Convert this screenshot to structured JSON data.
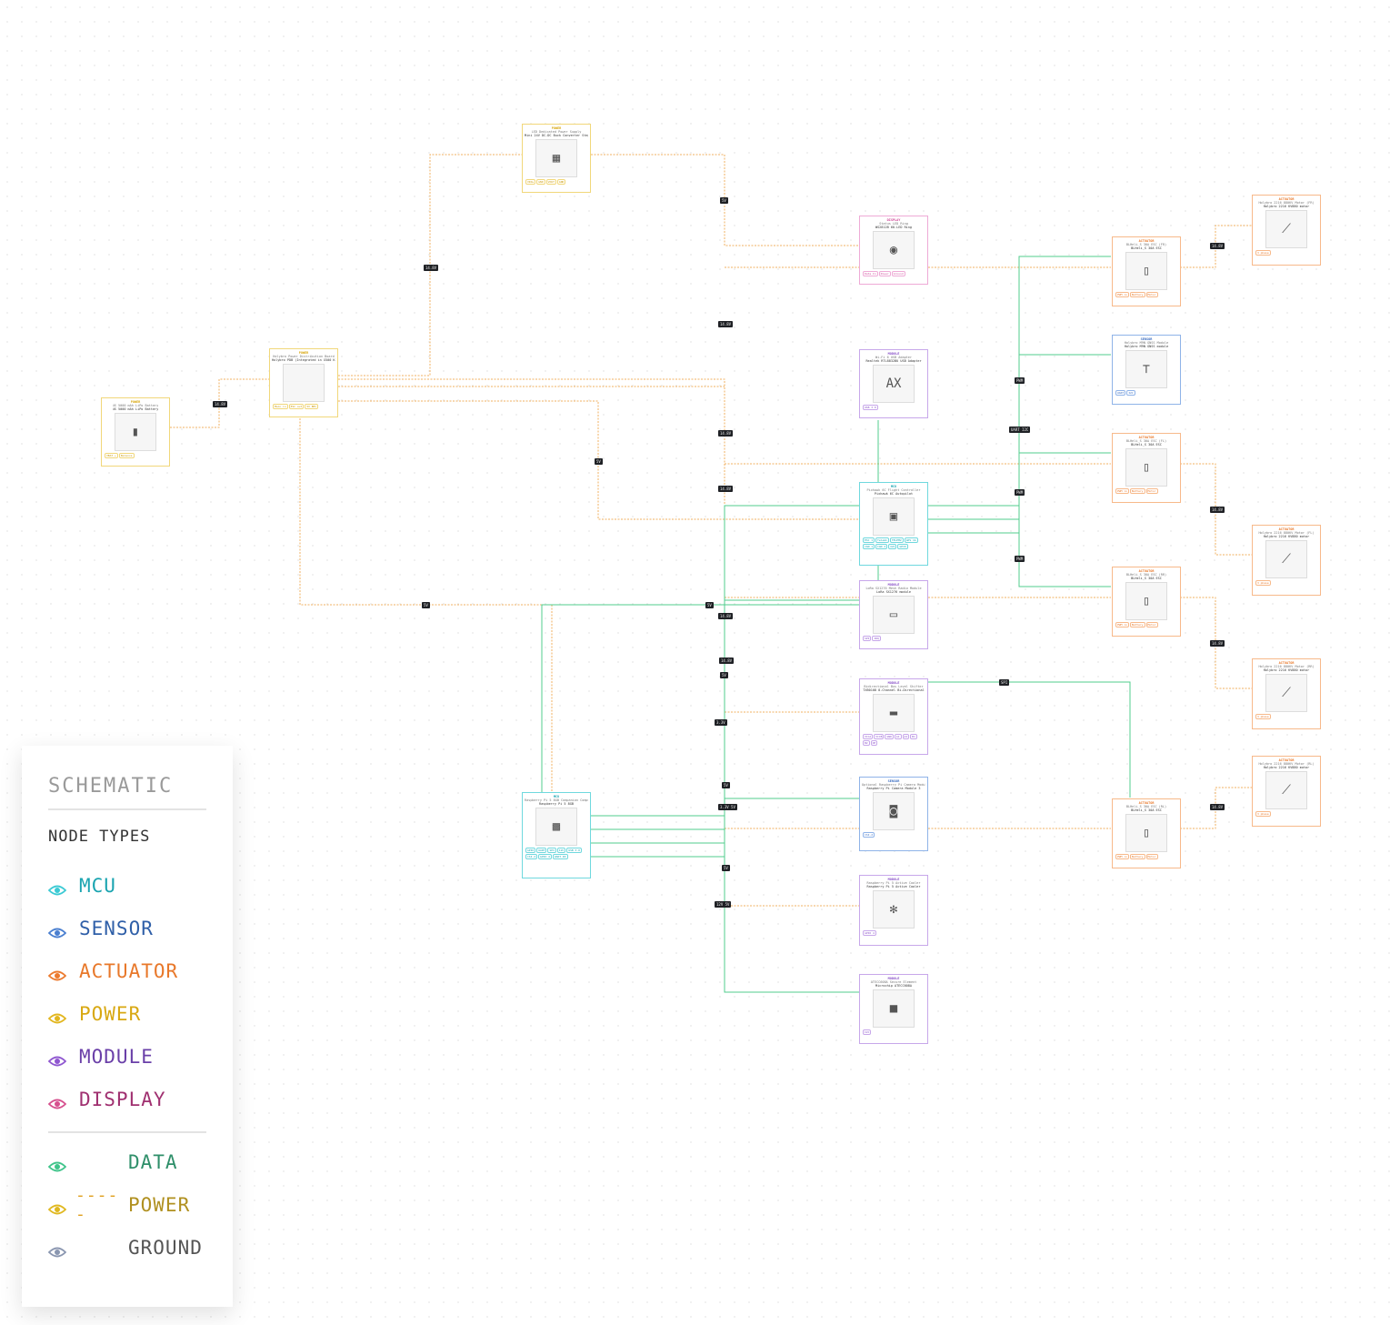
{
  "legend": {
    "title": "SCHEMATIC",
    "node_types_label": "NODE TYPES",
    "node_types": [
      {
        "label": "MCU",
        "color": "#1aa4b0",
        "eye_color": "#3ccad4"
      },
      {
        "label": "SENSOR",
        "color": "#2f5fa8",
        "eye_color": "#4a7fd0"
      },
      {
        "label": "ACTUATOR",
        "color": "#e8782a",
        "eye_color": "#ec7a2e"
      },
      {
        "label": "POWER",
        "color": "#d8a812",
        "eye_color": "#e2b61e"
      },
      {
        "label": "MODULE",
        "color": "#6a3fa8",
        "eye_color": "#8f57d0"
      },
      {
        "label": "DISPLAY",
        "color": "#a03070",
        "eye_color": "#d6508e"
      }
    ],
    "wire_types": [
      {
        "label": "DATA",
        "swatch": "",
        "color": "#2f8f6a",
        "eye_color": "#3fc48a"
      },
      {
        "label": "POWER",
        "swatch": "-----",
        "color": "#b09020",
        "eye_color": "#e0b820",
        "swatch_color": "#e0a020"
      },
      {
        "label": "GROUND",
        "swatch": "",
        "color": "#555555",
        "eye_color": "#8a96b0"
      }
    ]
  },
  "nodes": [
    {
      "id": "battery",
      "type": "power",
      "kind": "POWER",
      "title": "4S 5000 mAh LiPo Battery",
      "part": "4S 5000 mAh LiPo Battery",
      "icon": "battery-icon",
      "glyph": "▮",
      "pins": [
        "VBAT +",
        "Balance"
      ]
    },
    {
      "id": "pdb",
      "type": "power",
      "kind": "POWER",
      "title": "Holybro Power Distribution Board",
      "part": "Holybro PDB (Integrated in X500 Kit)",
      "icon": "pdb-icon",
      "glyph": "",
      "pins": [
        "Main in",
        "ESC out",
        "5V BEC"
      ]
    },
    {
      "id": "dcdc",
      "type": "power",
      "kind": "POWER",
      "title": "LED Dedicated Power Supply",
      "part": "Mini 24V DC-DC Buck Converter Step...",
      "icon": "converter-icon",
      "glyph": "▦",
      "pins": [
        "VIN+",
        "GND",
        "VOUT",
        "GND"
      ]
    },
    {
      "id": "ledring",
      "type": "display",
      "kind": "DISPLAY",
      "title": "Status LED Ring",
      "part": "WS2812B 60-LED Ring",
      "icon": "led-ring-icon",
      "glyph": "◉",
      "pins": [
        "Data In",
        "Power",
        "Ground"
      ]
    },
    {
      "id": "wifi",
      "type": "module",
      "kind": "MODULE",
      "title": "Wi-Fi 6 USB Adapter",
      "part": "Realtek RTL8832BU USB Adapter",
      "icon": "wifi-adapter-icon",
      "glyph": "AX",
      "pins": [
        "USB 3.0"
      ]
    },
    {
      "id": "fc",
      "type": "mcu",
      "kind": "MCU",
      "title": "Pixhawk 6C Flight Controller",
      "part": "Pixhawk 6C Autopilot",
      "icon": "flight-controller-icon",
      "glyph": "▣",
      "pins": [
        "ESC 1",
        "Telem1",
        "TELEM2",
        "GPS 1A",
        "CAN 1",
        "CAN 2",
        "I2C",
        "GPIO"
      ]
    },
    {
      "id": "lora",
      "type": "module",
      "kind": "MODULE",
      "title": "LoRa SX1276 Mesh Radio Module",
      "part": "LoRa SX1276 module",
      "icon": "lora-icon",
      "glyph": "▭",
      "pins": [
        "SPI",
        "IRQ"
      ]
    },
    {
      "id": "shifter",
      "type": "module",
      "kind": "MODULE",
      "title": "Bidirectional Bus Level Shifter",
      "part": "TXB0108 8-Channel Bi-Directional",
      "icon": "level-shifter-icon",
      "glyph": "▬",
      "pins": [
        "VCCA",
        "VCCB",
        "GND",
        "A1",
        "A2",
        "B1",
        "B2",
        "OE"
      ]
    },
    {
      "id": "camera",
      "type": "sensor",
      "kind": "SENSOR",
      "title": "Optional Raspberry Pi Camera Module 3",
      "part": "Raspberry Pi Camera Module 3",
      "icon": "camera-icon",
      "glyph": "◙",
      "pins": [
        "CSI-2"
      ]
    },
    {
      "id": "cooler",
      "type": "module",
      "kind": "MODULE",
      "title": "Raspberry Pi 5 Active Cooler",
      "part": "Raspberry Pi 5 Active Cooler",
      "icon": "fan-icon",
      "glyph": "✻",
      "pins": [
        "GPIO 4"
      ]
    },
    {
      "id": "secure",
      "type": "module",
      "kind": "MODULE",
      "title": "ATECC608A Secure Element",
      "part": "Microchip ATECC608A",
      "icon": "chip-icon",
      "glyph": "■",
      "pins": [
        "I2C"
      ]
    },
    {
      "id": "rpi",
      "type": "mcu",
      "kind": "MCU",
      "title": "Raspberry Pi 5 8GB Companion Computer",
      "part": "Raspberry Pi 5 8GB",
      "icon": "raspberry-pi-icon",
      "glyph": "▩",
      "pins": [
        "GPIO",
        "UART",
        "SPI",
        "I2C",
        "USB 3.0",
        "CSI-2",
        "GPIO 4",
        "UART RX"
      ]
    },
    {
      "id": "gps",
      "type": "sensor",
      "kind": "SENSOR",
      "title": "Holybro M9N GNSS Module",
      "part": "Holybro M9N GNSS module",
      "icon": "gps-icon",
      "glyph": "⊤",
      "pins": [
        "UART",
        "I2C"
      ]
    },
    {
      "id": "esc1",
      "type": "actuator",
      "kind": "ACTUATOR",
      "title": "BLHeli_S 30A ESC (FR)",
      "part": "BLHeli_S 30A ESC",
      "icon": "esc-icon",
      "glyph": "▯",
      "pins": [
        "PWM in",
        "Battery",
        "Motor"
      ]
    },
    {
      "id": "esc2",
      "type": "actuator",
      "kind": "ACTUATOR",
      "title": "BLHeli_S 30A ESC (FL)",
      "part": "BLHeli_S 30A ESC",
      "icon": "esc-icon",
      "glyph": "▯",
      "pins": [
        "PWM in",
        "Battery",
        "Motor"
      ]
    },
    {
      "id": "esc3",
      "type": "actuator",
      "kind": "ACTUATOR",
      "title": "BLHeli_S 30A ESC (RR)",
      "part": "BLHeli_S 30A ESC",
      "icon": "esc-icon",
      "glyph": "▯",
      "pins": [
        "PWM in",
        "Battery",
        "Motor"
      ]
    },
    {
      "id": "esc4",
      "type": "actuator",
      "kind": "ACTUATOR",
      "title": "BLHeli_S 30A ESC (RL)",
      "part": "BLHeli_S 30A ESC",
      "icon": "esc-icon",
      "glyph": "▯",
      "pins": [
        "PWM in",
        "Battery",
        "Motor"
      ]
    },
    {
      "id": "motor1",
      "type": "actuator",
      "kind": "ACTUATOR",
      "title": "Holybro 2216 880KV Motor (FR)",
      "part": "Holybro 2216 KV880 motor",
      "icon": "motor-icon",
      "glyph": "⟋",
      "pins": [
        "3 phase"
      ]
    },
    {
      "id": "motor2",
      "type": "actuator",
      "kind": "ACTUATOR",
      "title": "Holybro 2216 880KV Motor (FL)",
      "part": "Holybro 2216 KV880 motor",
      "icon": "motor-icon",
      "glyph": "⟋",
      "pins": [
        "3 phase"
      ]
    },
    {
      "id": "motor3",
      "type": "actuator",
      "kind": "ACTUATOR",
      "title": "Holybro 2216 880KV Motor (RR)",
      "part": "Holybro 2216 KV880 motor",
      "icon": "motor-icon",
      "glyph": "⟋",
      "pins": [
        "3 phase"
      ]
    },
    {
      "id": "motor4",
      "type": "actuator",
      "kind": "ACTUATOR",
      "title": "Holybro 2216 880KV Motor (RL)",
      "part": "Holybro 2216 KV880 motor",
      "icon": "motor-icon",
      "glyph": "⟋",
      "pins": [
        "3 phase"
      ]
    }
  ],
  "wire_labels": [
    "14.8V",
    "14.8V",
    "5V",
    "14.8V",
    "14.8V",
    "5V",
    "14.8V",
    "5V",
    "5V",
    "14.8V",
    "14.8V",
    "5V",
    "3.3V",
    "5V",
    "3.3V 5V",
    "5V",
    "5V",
    "5V",
    "12V 5V",
    "PWM",
    "PWM",
    "PWM",
    "UART I2C",
    "PWM",
    "SPI",
    "14.8V",
    "14.8V",
    "14.8V",
    "14.8V",
    "PWM"
  ],
  "colors": {
    "data": "#3fc48a",
    "power": "#f0a850",
    "power_alt": "#e8c040"
  }
}
